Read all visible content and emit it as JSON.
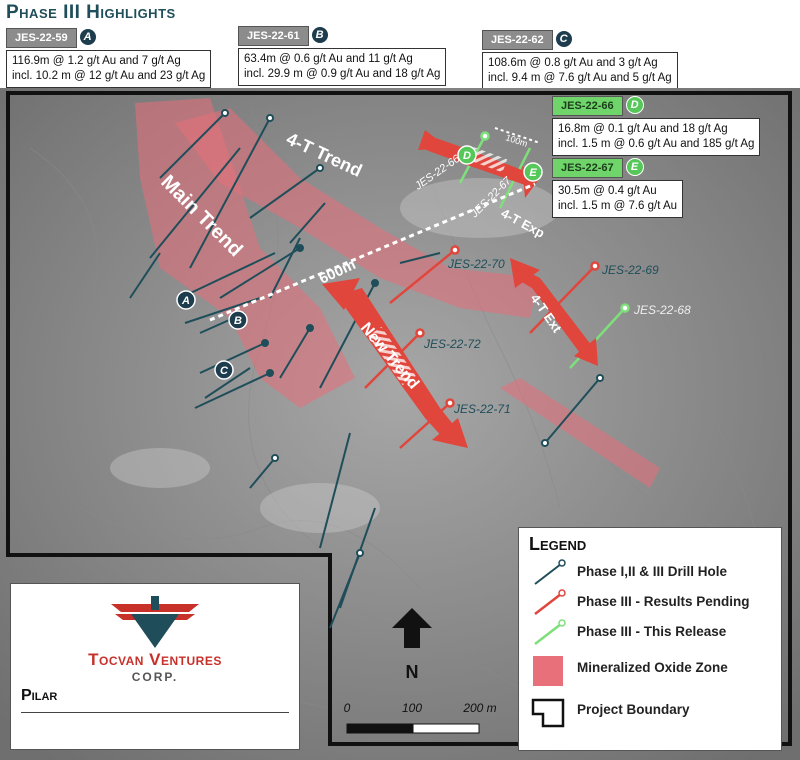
{
  "title": "Phase III Highlights",
  "callouts": [
    {
      "hole": "JES-22-59",
      "badge": "A",
      "line1": "116.9m @ 1.2 g/t Au and 7 g/t Ag",
      "line2": "incl. 10.2 m @ 12 g/t Au and 23 g/t Ag"
    },
    {
      "hole": "JES-22-61",
      "badge": "B",
      "line1": "63.4m @ 0.6 g/t Au and 11 g/t Ag",
      "line2": "incl. 29.9 m @ 0.9 g/t Au and 18 g/t Ag"
    },
    {
      "hole": "JES-22-62",
      "badge": "C",
      "line1": "108.6m @ 0.8 g/t Au and 3 g/t Ag",
      "line2": "incl. 9.4 m @ 7.6 g/t Au and 5 g/t Ag"
    },
    {
      "hole": "JES-22-66",
      "badge": "D",
      "line1": "16.8m @ 0.1 g/t Au and 18 g/t Ag",
      "line2": "incl. 1.5 m @ 0.6 g/t Au and 185 g/t Ag"
    },
    {
      "hole": "JES-22-67",
      "badge": "E",
      "line1": "30.5m @ 0.4 g/t Au",
      "line2": "incl. 1.5 m @ 7.6 g/t Au"
    }
  ],
  "map": {
    "trends": {
      "main": "Main Trend",
      "four_t": "4-T Trend",
      "four_t_exp": "4-T Exp",
      "four_t_ext": "4-T Ext",
      "new": "New Trend"
    },
    "distance_labels": {
      "long": "600m",
      "short": "100m"
    },
    "hole_labels": {
      "h66": "JES-22-66",
      "h67": "JES-22-67",
      "h70": "JES-22-70",
      "h69": "JES-22-69",
      "h68": "JES-22-68",
      "h72": "JES-22-72",
      "h71": "JES-22-71"
    },
    "markers": {
      "a": "A",
      "b": "B",
      "c": "C",
      "d": "D",
      "e": "E"
    },
    "north": "N",
    "scale": {
      "t0": "0",
      "t1": "100",
      "t2": "200 m"
    }
  },
  "legend": {
    "title": "Legend",
    "items": [
      {
        "label": "Phase I,II & III Drill Hole",
        "color": "#1f4e5a"
      },
      {
        "label": "Phase III - Results Pending",
        "color": "#e0463c"
      },
      {
        "label": "Phase III - This Release",
        "color": "#7ee07a"
      },
      {
        "label": "Mineralized Oxide Zone",
        "color": "#e8707a"
      },
      {
        "label": "Project Boundary",
        "color": "#111111"
      }
    ]
  },
  "logo": {
    "name": "Tocvan Ventures",
    "sub": "CORP.",
    "project": "Pilar"
  }
}
